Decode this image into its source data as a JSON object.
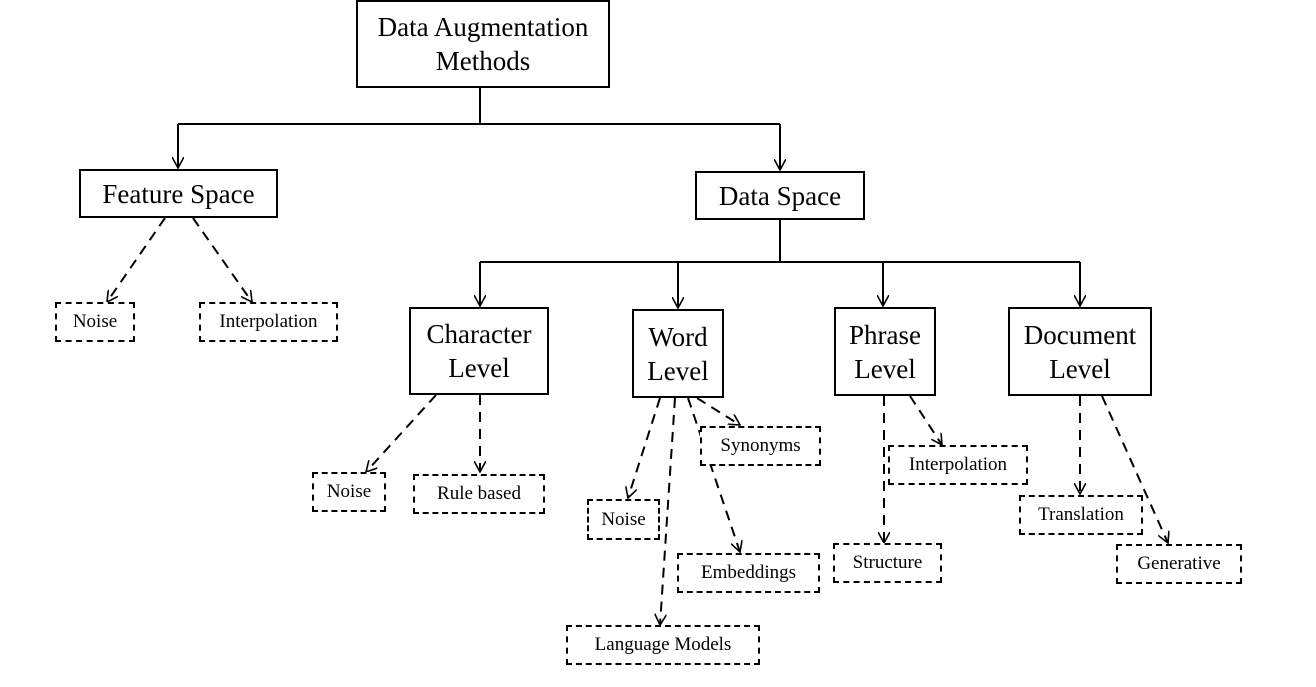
{
  "diagram": {
    "root": {
      "line1": "Data Augmentation",
      "line2": "Methods"
    },
    "feature_space": {
      "label": "Feature Space",
      "leaves": [
        "Noise",
        "Interpolation"
      ]
    },
    "data_space": {
      "label": "Data Space",
      "character_level": {
        "line1": "Character",
        "line2": "Level",
        "leaves": [
          "Noise",
          "Rule based"
        ]
      },
      "word_level": {
        "line1": "Word",
        "line2": "Level",
        "leaves": [
          "Synonyms",
          "Noise",
          "Embeddings",
          "Language Models"
        ]
      },
      "phrase_level": {
        "line1": "Phrase",
        "line2": "Level",
        "leaves": [
          "Interpolation",
          "Structure"
        ]
      },
      "document_level": {
        "line1": "Document",
        "line2": "Level",
        "leaves": [
          "Translation",
          "Generative"
        ]
      }
    }
  }
}
